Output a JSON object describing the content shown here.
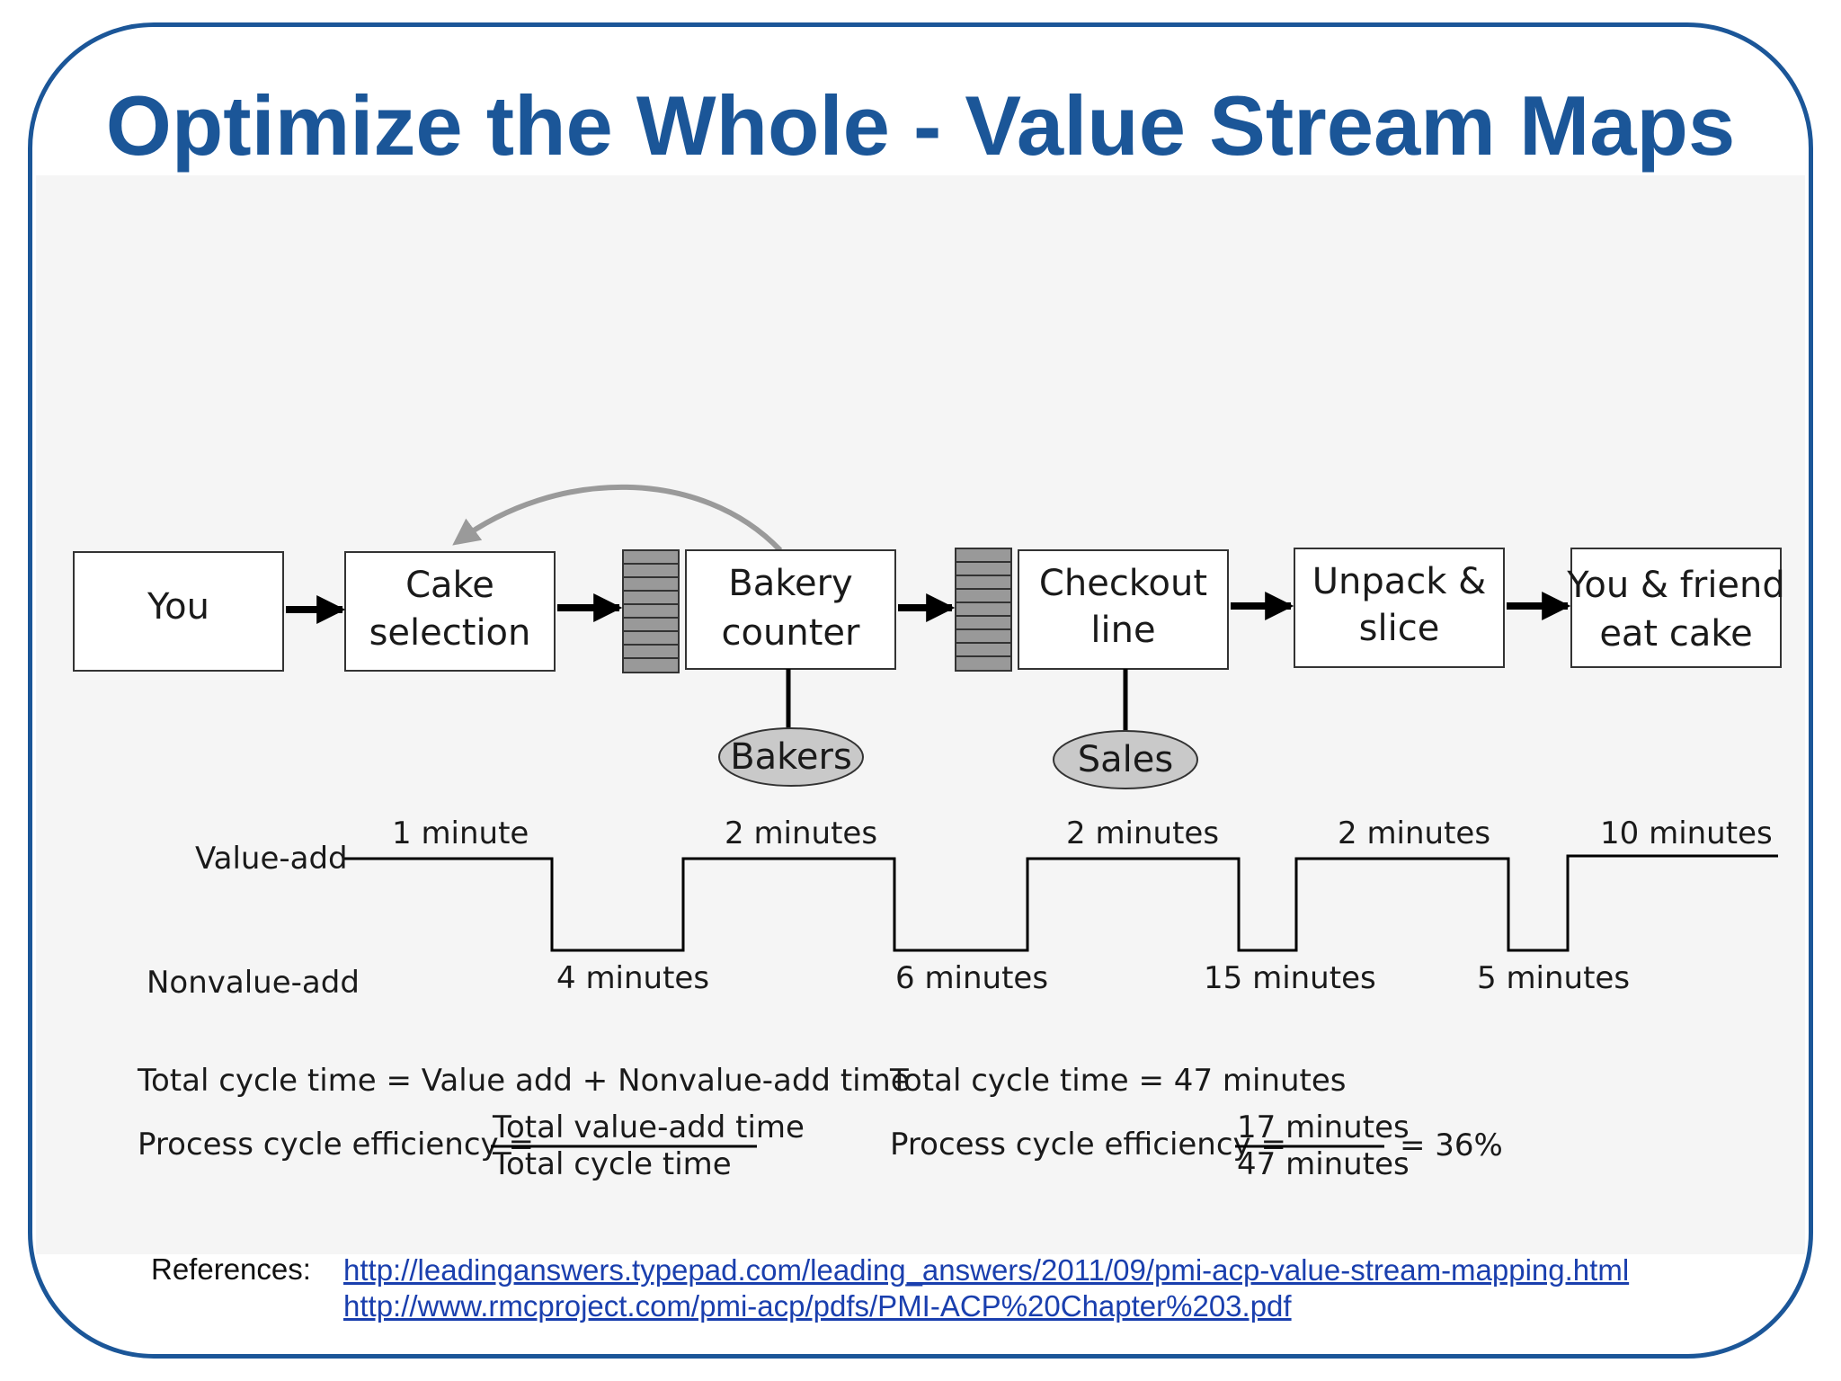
{
  "title": "Optimize the Whole - Value Stream Maps",
  "colors": {
    "title": "#1b5698",
    "frame": "#1b5698",
    "link": "#1a3fae",
    "queue": "#999999",
    "role": "#c9c9c9",
    "feedback_arrow": "#9a9a9a"
  },
  "process": [
    {
      "id": "you",
      "line1": "You",
      "line2": ""
    },
    {
      "id": "cake-selection",
      "line1": "Cake",
      "line2": "selection"
    },
    {
      "id": "bakery-counter",
      "line1": "Bakery",
      "line2": "counter"
    },
    {
      "id": "checkout-line",
      "line1": "Checkout",
      "line2": "line"
    },
    {
      "id": "unpack-slice",
      "line1": "Unpack &",
      "line2": "slice"
    },
    {
      "id": "eat-cake",
      "line1": "You & friend",
      "line2": "eat cake"
    }
  ],
  "roles": {
    "bakers": "Bakers",
    "sales": "Sales"
  },
  "timeline": {
    "value_add_label": "Value-add",
    "nonvalue_add_label": "Nonvalue-add",
    "value_add_steps": [
      "1 minute",
      "2 minutes",
      "2 minutes",
      "2 minutes",
      "10 minutes"
    ],
    "nonvalue_add_steps": [
      "4 minutes",
      "6 minutes",
      "15 minutes",
      "5 minutes"
    ]
  },
  "formulas": {
    "total_cycle_def": "Total cycle time = Value add + Nonvalue-add time",
    "efficiency_label": "Process cycle efficiency =",
    "efficiency_numerator": "Total value-add time",
    "efficiency_denominator": "Total cycle time",
    "total_cycle_value": "Total cycle time = 47 minutes",
    "efficiency_value_label": "Process cycle efficiency =",
    "value_numerator": "17 minutes",
    "value_denominator": "47 minutes",
    "result": "= 36%"
  },
  "references": {
    "label": "References:",
    "links": [
      "http://leadinganswers.typepad.com/leading_answers/2011/09/pmi-acp-value-stream-mapping.html",
      "http://www.rmcproject.com/pmi-acp/pdfs/PMI-ACP%20Chapter%203.pdf"
    ]
  }
}
